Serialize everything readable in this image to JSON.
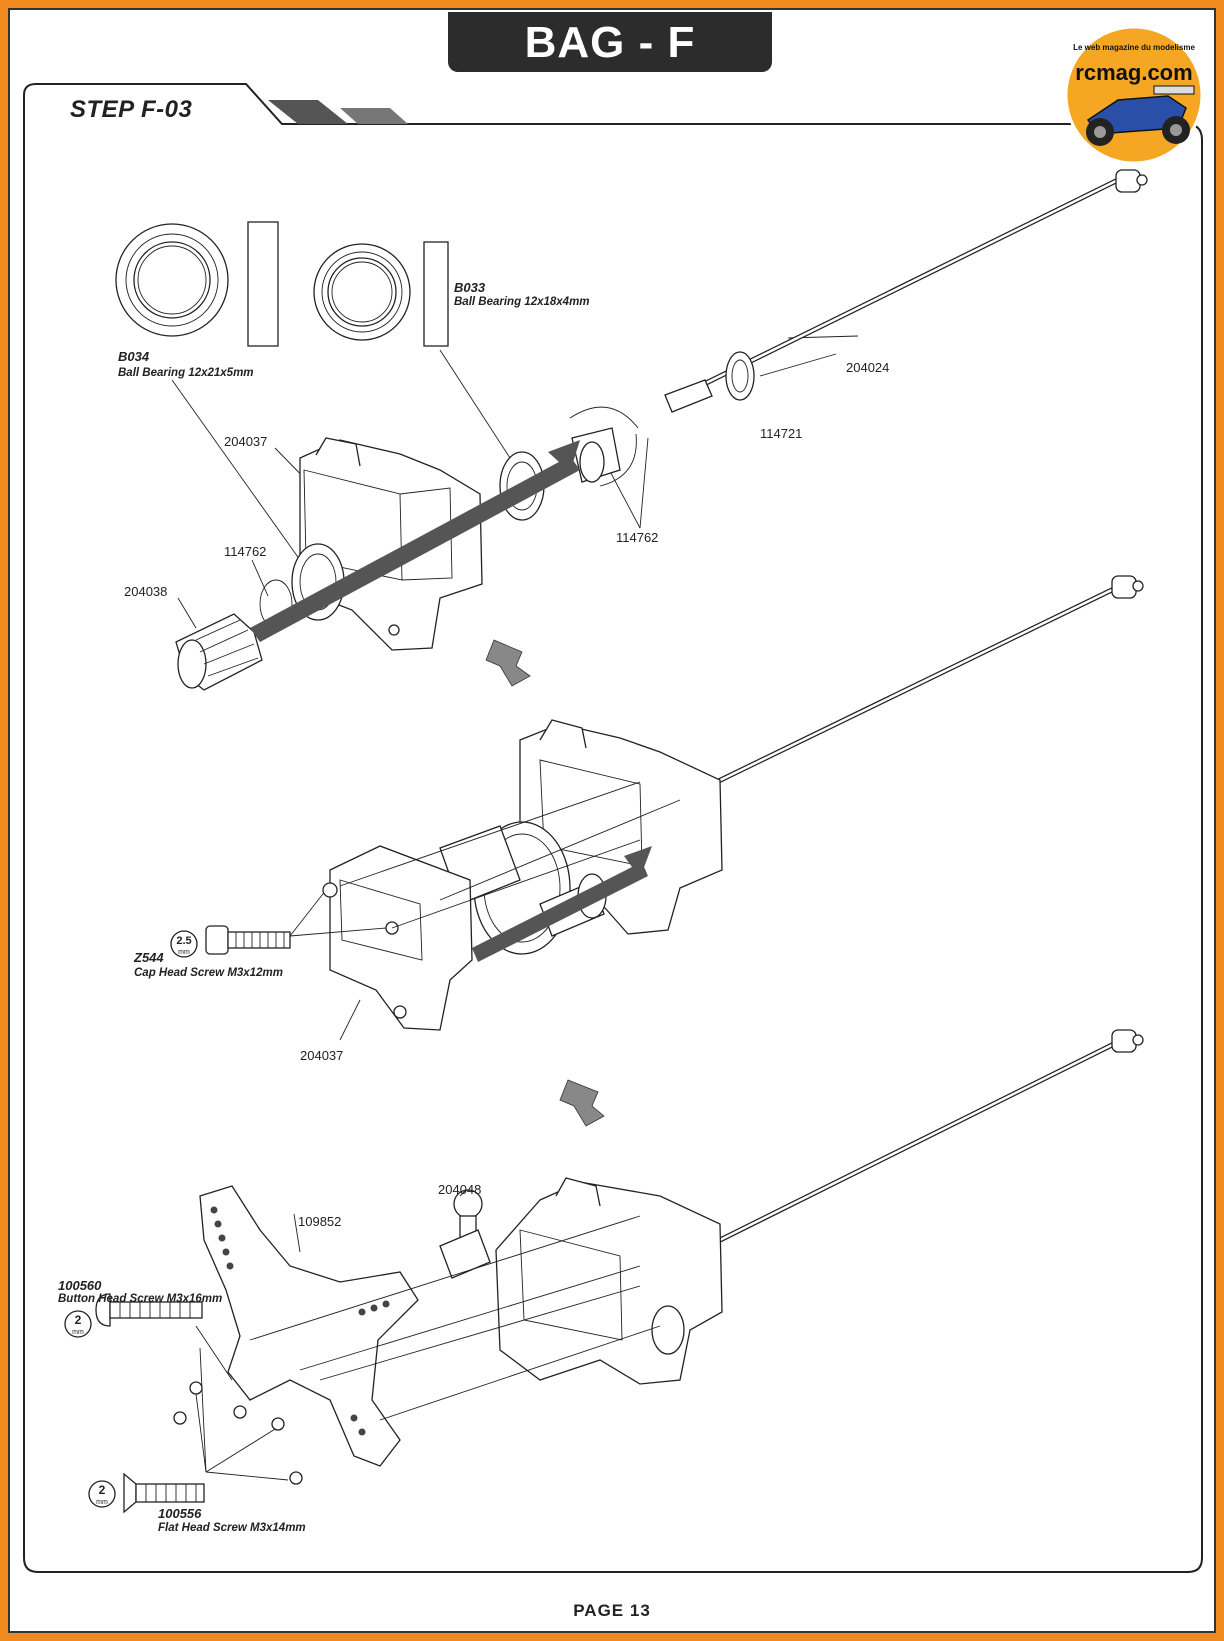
{
  "header": {
    "bag": "BAG - F",
    "step": "STEP F-03"
  },
  "footer": {
    "page": "PAGE 13"
  },
  "logo": {
    "site": "rcmag.com",
    "tagline": "Le web magazine du modelisme"
  },
  "parts": {
    "p204024": "204024",
    "p114721": "114721",
    "p204037a": "204037",
    "p114762a": "114762",
    "p114762b": "114762",
    "p204038": "204038",
    "p204037b": "204037",
    "p204048": "204048",
    "p109852": "109852"
  },
  "hardware": {
    "b034": {
      "code": "B034",
      "desc": "Ball Bearing 12x21x5mm"
    },
    "b033": {
      "code": "B033",
      "desc": "Ball Bearing 12x18x4mm"
    },
    "z544": {
      "code": "Z544",
      "desc": "Cap Head Screw M3x12mm",
      "tool": "2.5",
      "unit": "mm"
    },
    "s100560": {
      "code": "100560",
      "desc": "Button Head Screw M3x16mm",
      "tool": "2",
      "unit": "mm"
    },
    "s100556": {
      "code": "100556",
      "desc": "Flat Head Screw M3x14mm",
      "tool": "2",
      "unit": "mm"
    }
  },
  "colors": {
    "border": "#f08a1c",
    "tab": "#2c2c2c",
    "logo_bg": "#f5a623"
  }
}
